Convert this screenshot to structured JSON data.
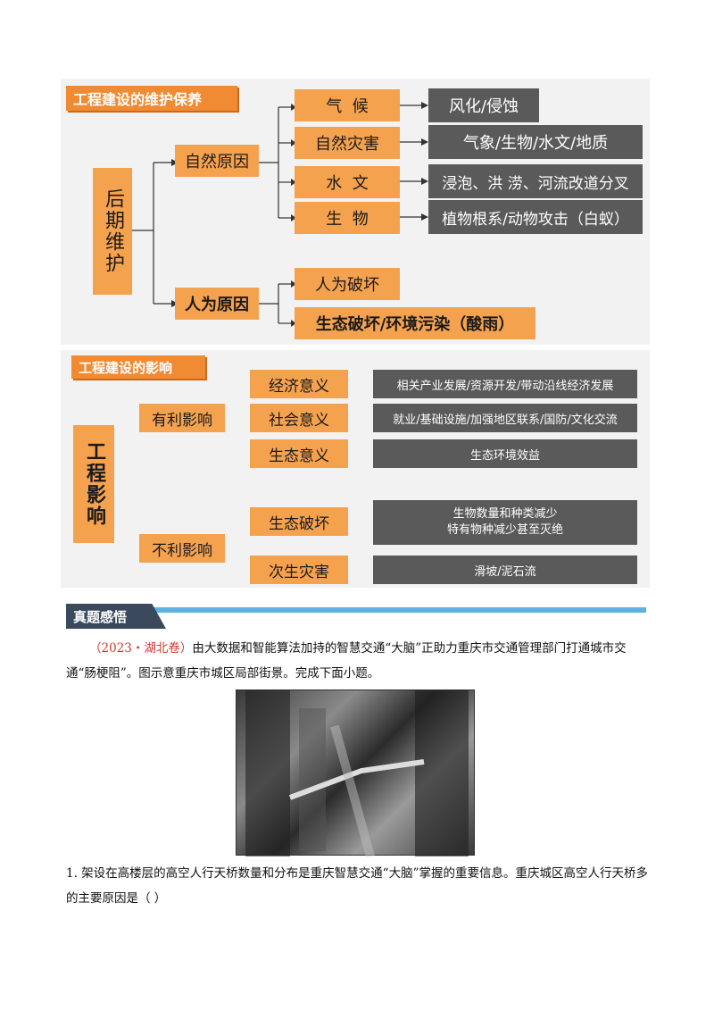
{
  "section1": {
    "title": "工程建设的维护保养",
    "root": "后期维护",
    "branch_natural": "自然原因",
    "branch_human": "人为原因",
    "natural_items": [
      {
        "label": "气  候",
        "detail": "风化/侵蚀"
      },
      {
        "label": "自然灾害",
        "detail": "气象/生物/水文/地质"
      },
      {
        "label": "水  文",
        "detail": "浸泡、洪 涝、河流改道分叉"
      },
      {
        "label": "生  物",
        "detail": "植物根系/动物攻击（白蚁）"
      }
    ],
    "human_items": [
      "人为破坏",
      "生态破坏/环境污染（酸雨）"
    ]
  },
  "section2": {
    "title": "工程建设的影响",
    "root": "工程影响",
    "branch_positive": "有利影响",
    "branch_negative": "不利影响",
    "positive_items": [
      {
        "label": "经济意义",
        "detail": "相关产业发展/资源开发/带动沿线经济发展"
      },
      {
        "label": "社会意义",
        "detail": "就业/基础设施/加强地区联系/国防/文化交流"
      },
      {
        "label": "生态意义",
        "detail": "生态环境效益"
      }
    ],
    "negative_items": [
      {
        "label": "生态破坏",
        "detail_line1": "生物数量和种类减少",
        "detail_line2": "特有物种减少甚至灭绝"
      },
      {
        "label": "次生灾害",
        "detail": "滑坡/泥石流"
      }
    ]
  },
  "banner": {
    "title": "真题感悟",
    "accent_color": "#5bb3e0"
  },
  "question_intro": {
    "source": "（2023・湖北卷）",
    "text": "由大数据和智能算法加持的智慧交通“大脑”正助力重庆市交通管理部门打通城市交通“肠梗阻”。图示意重庆市城区局部街景。完成下面小题。"
  },
  "question1": {
    "text": "1. 架设在高楼层的高空人行天桥数量和分布是重庆智慧交通“大脑”掌握的重要信息。重庆城区高空人行天桥多的主要原因是（      ）"
  },
  "colors": {
    "orange": "#f5a24f",
    "gray": "#5a5a5a",
    "tag": "#f08a33"
  }
}
